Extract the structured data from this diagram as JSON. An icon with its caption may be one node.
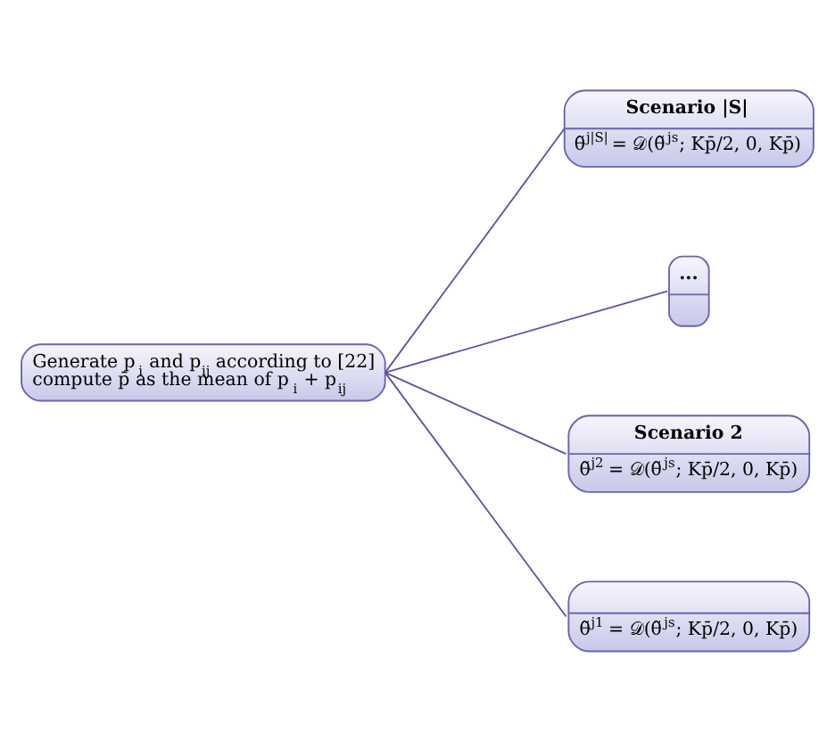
{
  "diagram": {
    "nodes": [
      {
        "text": [
          "Generate p$_{i}$ and p$_{ij}$ according to [22] compute p̄ as the mean of p$_{i}$ + p$_{ij}$"
        ]
      },
      {
        "text": [
          "Scenario |S|",
          "θ̃$^{j|S|}$ = 𝒟(θ̃$^{js}$; Kp̄/2, 0, Kp̄)"
        ]
      },
      {
        "text": [
          "..."
        ]
      },
      {
        "text": [
          "Scenario 2",
          "θ̃$^{j2}$ = 𝒟(θ̃$^{js}$; Kp̄/2, 0, Kp̄)"
        ]
      },
      {
        "text": [
          "θ̃$^{j1}$ = 𝒟(θ̃$^{js}$; Kp̄/2, 0, Kp̄)"
        ]
      }
    ],
    "edges": [
      {
        "from": 0,
        "to": 1,
        "arrow": "none"
      },
      {
        "from": 0,
        "to": 2,
        "arrow": "none"
      },
      {
        "from": 0,
        "to": 3,
        "arrow": "none"
      },
      {
        "from": 0,
        "to": 4,
        "arrow": "none"
      }
    ]
  }
}
